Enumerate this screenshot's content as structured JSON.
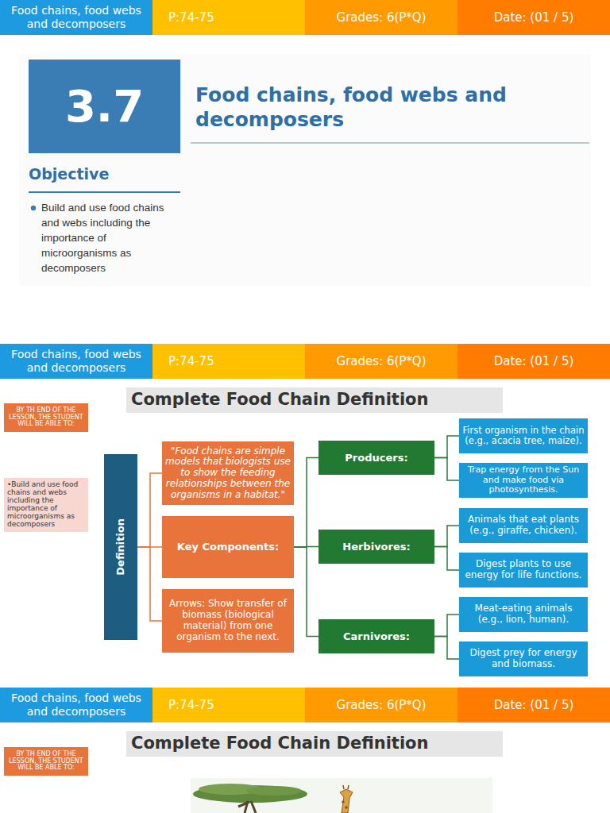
{
  "diagram": {
    "nodes": [
      {
        "text": [
          "Food chains, food webs and decomposers"
        ]
      },
      {
        "text": [
          "P:74-75"
        ]
      },
      {
        "text": [
          "Grades: 6(P*Q)"
        ]
      },
      {
        "text": [
          "Date: (01 / 5)"
        ]
      },
      {
        "text": [
          "3.7"
        ]
      },
      {
        "text": [
          "Food chains, food webs and decomposers"
        ]
      },
      {
        "text": [
          "P:74-75"
        ]
      },
      {
        "text": [
          "Grades: 6(P*Q)"
        ]
      },
      {
        "text": [
          "Date: (01 / 5)"
        ]
      },
      {
        "text": [
          "Complete Food Chain Definition"
        ]
      },
      {
        "text": [
          "BY TH END OF THE LESSON, THE STUDENT WILL BE ABLE TO:"
        ]
      },
      {
        "text": [
          "•Build and use food chains and webs including the importance of microorganisms as decomposers"
        ]
      },
      {
        "text": [
          "Definition"
        ]
      },
      {
        "text": [
          "\"Food chains are simple models that biologists use to show the feeding relationships between the organisms in a habitat.\""
        ]
      },
      {
        "text": [
          "Key Components:"
        ]
      },
      {
        "text": [
          "Arrows: Show transfer of biomass (biological material) from one organism to the next."
        ]
      },
      {
        "text": [
          "Producers:"
        ]
      },
      {
        "text": [
          "First organism in the chain (e.g., acacia tree, maize)."
        ]
      },
      {
        "text": [
          "Trap energy from the Sun and make food via photosynthesis."
        ]
      },
      {
        "text": [
          "Herbivores:"
        ]
      },
      {
        "text": [
          "Animals that eat plants (e.g., giraffe, chicken)."
        ]
      },
      {
        "text": [
          "Digest plants to use energy for life functions."
        ]
      },
      {
        "text": [
          "Carnivores:"
        ]
      },
      {
        "text": [
          "Meat-eating animals (e.g., lion, human)."
        ]
      },
      {
        "text": [
          "Digest prey for energy and biomass."
        ]
      },
      {
        "text": [
          "Food chains, food webs and decomposers"
        ]
      },
      {
        "text": [
          "P:74-75"
        ]
      },
      {
        "text": [
          "Grades: 6(P*Q)"
        ]
      },
      {
        "text": [
          "Date: (01 / 5)"
        ]
      },
      {
        "text": [
          "Complete Food Chain Definition"
        ]
      },
      {
        "text": [
          "BY TH END OF THE LESSON, THE STUDENT WILL BE ABLE TO:"
        ]
      }
    ],
    "edges": [
      {
        "from": 12,
        "to": 13,
        "arrow": "none"
      },
      {
        "from": 12,
        "to": 14,
        "arrow": "none"
      },
      {
        "from": 12,
        "to": 15,
        "arrow": "none"
      },
      {
        "from": 14,
        "to": 16,
        "arrow": "none"
      },
      {
        "from": 14,
        "to": 19,
        "arrow": "none"
      },
      {
        "from": 14,
        "to": 22,
        "arrow": "none"
      },
      {
        "from": 16,
        "to": 17,
        "arrow": "none"
      },
      {
        "from": 16,
        "to": 18,
        "arrow": "none"
      },
      {
        "from": 19,
        "to": 20,
        "arrow": "none"
      },
      {
        "from": 19,
        "to": 21,
        "arrow": "none"
      },
      {
        "from": 22,
        "to": 23,
        "arrow": "none"
      },
      {
        "from": 22,
        "to": 24,
        "arrow": "none"
      }
    ],
    "labels": [
      "Food chains, food webs and decomposers",
      "Objective",
      "Build and use food chains and webs including the importance of microorganisms as decomposers"
    ]
  }
}
